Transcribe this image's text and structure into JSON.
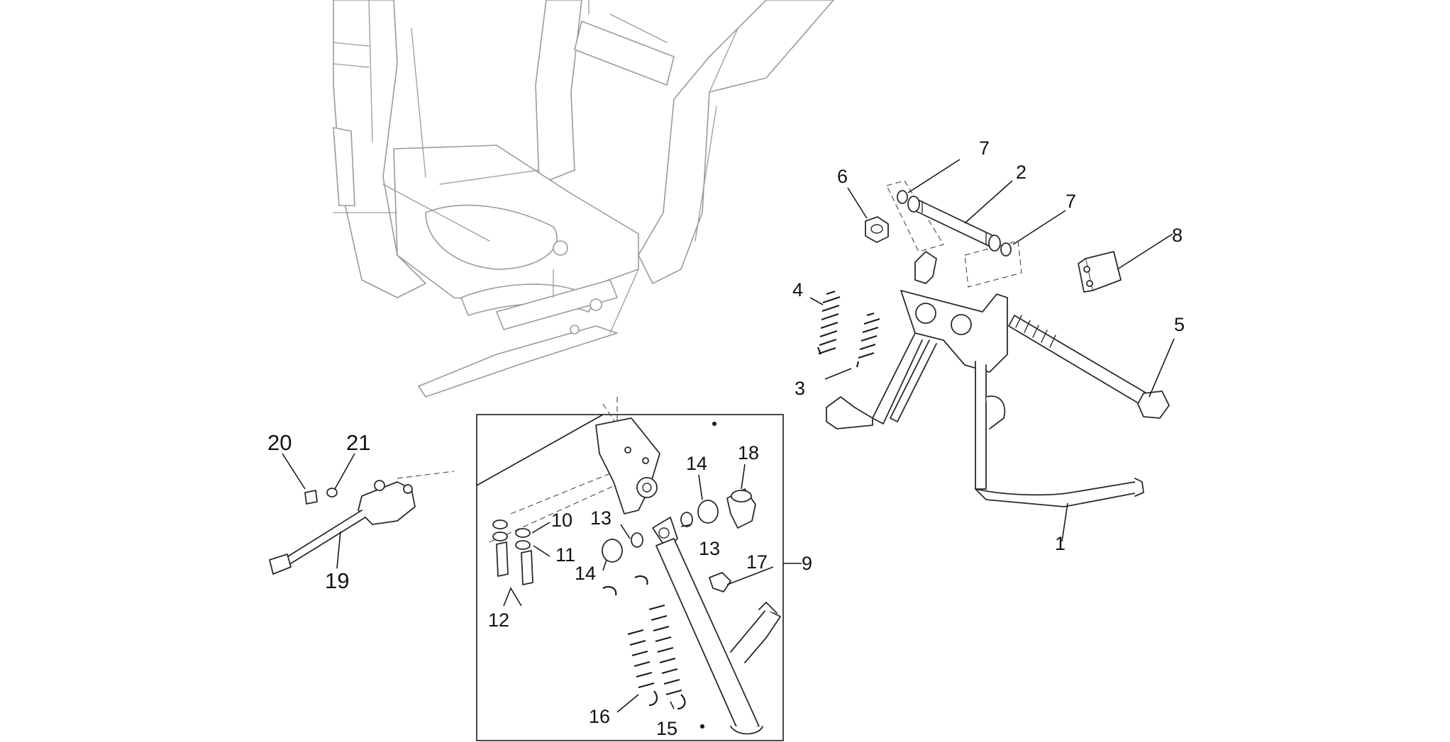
{
  "callouts": {
    "c1": "1",
    "c2": "2",
    "c3": "3",
    "c4": "4",
    "c5": "5",
    "c6": "6",
    "c7a": "7",
    "c7b": "7",
    "c8": "8",
    "c9": "9",
    "c10": "10",
    "c11": "11",
    "c12": "12",
    "c13a": "13",
    "c13b": "13",
    "c14a": "14",
    "c14b": "14",
    "c15": "15",
    "c16": "16",
    "c17": "17",
    "c18": "18",
    "c19": "19",
    "c20": "20",
    "c21": "21"
  },
  "colors": {
    "lines": "#2a2a2a",
    "frame": "#9a9a9a",
    "background": "#ffffff"
  }
}
